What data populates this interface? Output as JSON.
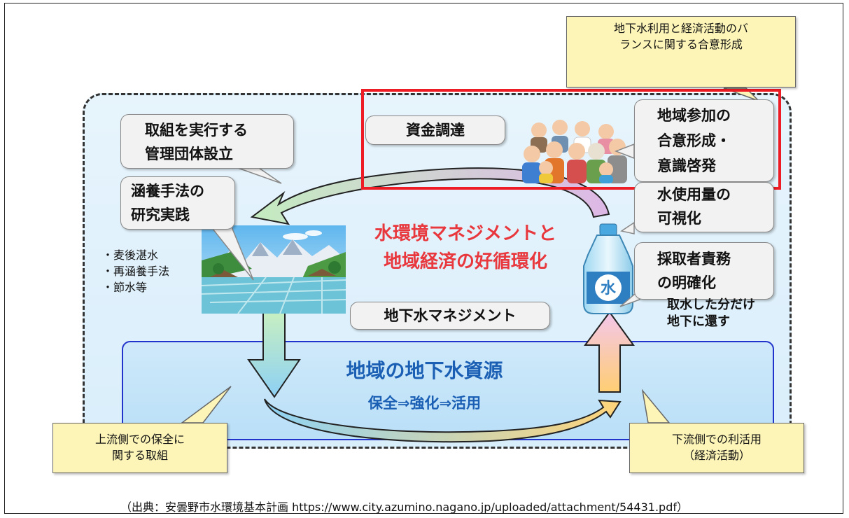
{
  "notes": {
    "top_right": [
      "地下水利用と経済活動のバ",
      "ランスに関する合意形成"
    ],
    "bottom_left": [
      "上流側での保全に",
      "関する取組"
    ],
    "bottom_right": [
      "下流側での利活用",
      "（経済活動）"
    ]
  },
  "bubbles": {
    "management_body": [
      "取組を実行する",
      "管理団体設立"
    ],
    "funding": "資金調達",
    "participation": [
      "地域参加の",
      "合意形成・",
      "意識啓発"
    ],
    "research": [
      "涵養手法の",
      "研究実践"
    ],
    "visualization": [
      "水使用量の",
      "可視化"
    ],
    "obligation": [
      "採取者責務",
      "の明確化"
    ],
    "groundwater_mgmt": "地下水マネジメント"
  },
  "center_title": [
    "水環境マネジメントと",
    "地域経済の好循環化"
  ],
  "methods": [
    "・麦後湛水",
    "・再涵養手法",
    "・節水等"
  ],
  "return_note": [
    "取水した分だけ",
    "地下に還す"
  ],
  "resource": {
    "title": "地域の地下水資源",
    "subtitle": "保全⇒強化⇒活用"
  },
  "bottle_label": "水",
  "source": "（出典：安曇野市水環境基本計画 https://www.city.azumino.nagano.jp/uploaded/attachment/54431.pdf）",
  "colors": {
    "accent_red": "#ee1c25",
    "title_red": "#e8383d",
    "resource_blue": "#1a5fb4",
    "note_yellow": "#fdf5b8"
  }
}
